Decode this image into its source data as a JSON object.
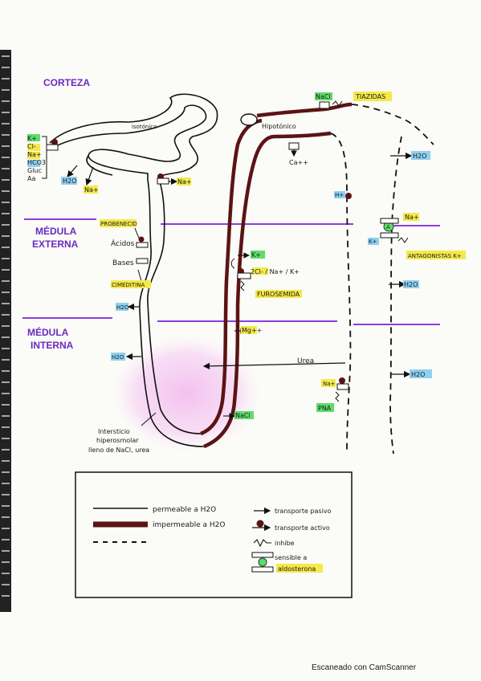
{
  "zones": {
    "cortex": "CORTEZA",
    "outer_medulla_line1": "MÉDULA",
    "outer_medulla_line2": "EXTERNA",
    "inner_medulla_line1": "MÉDULA",
    "inner_medulla_line2": "INTERNA"
  },
  "segments": {
    "isotonic": "isotónico",
    "hypotonic": "Hipotónico"
  },
  "reabsorbed_list": [
    "K+",
    "Cl-",
    "Na+",
    "HCO3",
    "Gluc",
    "Aa"
  ],
  "proximal": {
    "h2o": "H2O",
    "na": "Na+",
    "na_right": "Na+",
    "probenecid": "PROBENECID",
    "acids": "Ácidos",
    "bases": "Bases",
    "cimetidina": "CIMEDITINA",
    "h2o_descending": "H2O",
    "h2o_lower": "H2O"
  },
  "ascending": {
    "k": "K+",
    "cotransport": "2Cl- / Na+ / K+",
    "furosemide": "FUROSEMIDA",
    "mg": "Mg++",
    "nacl": "NaCl"
  },
  "distal": {
    "nacl": "NaCl",
    "thiazides": "TIAZIDAS",
    "ca": "Ca++"
  },
  "collecting": {
    "h2o_top": "H2O",
    "h_ion": "H+",
    "na": "Na+",
    "aldosterone_marker": "A",
    "k": "K+",
    "antagonists": "ANTAGONISTAS K+",
    "h2o_mid": "H2O",
    "urea": "Urea",
    "h2o_low": "H2O",
    "na_low": "Na+",
    "pna": "PNA"
  },
  "interstitium": {
    "line1": "Intersticio",
    "line2": "hiperosmolar",
    "line3": "lleno de NaCl, urea"
  },
  "legend": {
    "permeable": "permeable a H2O",
    "impermeable": "impermeable a H2O",
    "passive": "transporte pasivo",
    "active": "transporte activo",
    "inhibit": "inhibe",
    "sensitive_line1": "sensible a",
    "sensitive_line2": "aldosterona"
  },
  "footer": "Escaneado con CamScanner",
  "colors": {
    "impermeable": "#5a1414",
    "zone_line": "#8a3fe0",
    "zone_text": "#6a2bc2",
    "highlight_yellow": "#f5e94a",
    "highlight_blue": "#8fd0f0",
    "highlight_green": "#5fdc6a",
    "interstitium_pink": "#f2b6ee"
  }
}
